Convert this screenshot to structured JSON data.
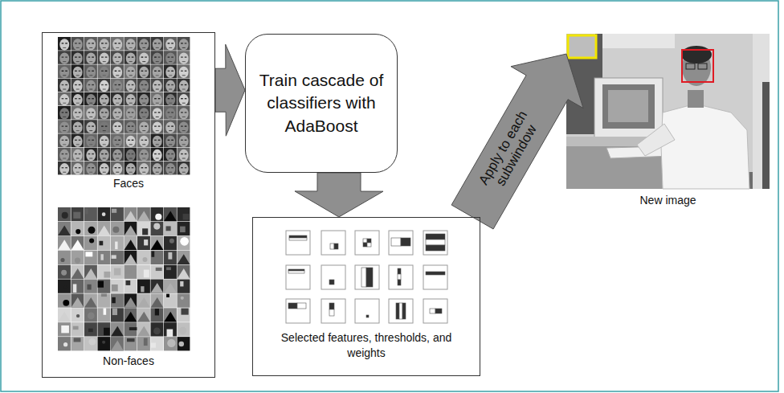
{
  "diagram": {
    "nodes": [
      {
        "text": [
          "Faces",
          "Non-faces"
        ]
      },
      {
        "text": [
          "Train cascade of classifiers with AdaBoost"
        ]
      },
      {
        "text": [
          "Selected features, thresholds, and weights"
        ]
      },
      {
        "text": [
          "New image"
        ]
      }
    ],
    "edges": [
      {
        "from": 0,
        "to": 1,
        "arrow": "to"
      },
      {
        "from": 1,
        "to": 2,
        "arrow": "to"
      },
      {
        "from": 2,
        "to": 3,
        "arrow": "to",
        "label": "Apply to each subwindow"
      }
    ]
  }
}
